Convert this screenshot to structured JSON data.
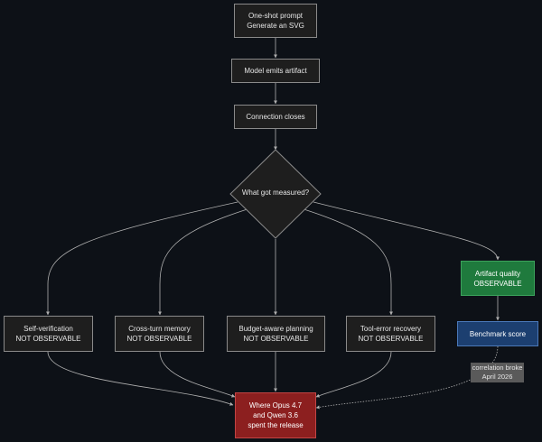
{
  "nodes": {
    "prompt": {
      "line1": "One-shot prompt",
      "line2": "Generate an SVG"
    },
    "emit": {
      "label": "Model emits artifact"
    },
    "close": {
      "label": "Connection closes"
    },
    "decision": {
      "label": "What got measured?"
    },
    "selfverify": {
      "line1": "Self-verification",
      "line2": "NOT OBSERVABLE"
    },
    "crossturn": {
      "line1": "Cross-turn memory",
      "line2": "NOT OBSERVABLE"
    },
    "budget": {
      "line1": "Budget-aware planning",
      "line2": "NOT OBSERVABLE"
    },
    "toolerror": {
      "line1": "Tool-error recovery",
      "line2": "NOT OBSERVABLE"
    },
    "artifact": {
      "line1": "Artifact quality",
      "line2": "OBSERVABLE"
    },
    "benchmark": {
      "label": "Benchmark score"
    },
    "release": {
      "line1": "Where Opus 4.7",
      "line2": "and Qwen 3.6",
      "line3": "spent the release"
    }
  },
  "edge_label": {
    "line1": "correlation broke",
    "line2": "April 2026"
  },
  "colors": {
    "background": "#0d1117",
    "edge": "#b0b0b0",
    "observable": "#1f7a3d",
    "benchmark": "#1c3f70",
    "release": "#8c1f1f"
  }
}
